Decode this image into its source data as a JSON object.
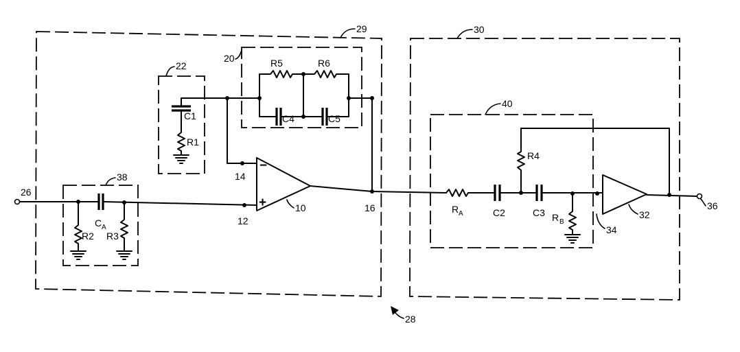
{
  "diagram": {
    "blocks": {
      "outer_left": "29",
      "outer_right": "30",
      "feedback_network": "20",
      "input_network": "22",
      "input_filter": "38",
      "output_filter": "40",
      "overall": "28"
    },
    "amplifiers": {
      "op_amp": "10",
      "buffer": "32",
      "minus_sign": "−",
      "plus_sign": "+"
    },
    "nodes": {
      "input_terminal": "26",
      "minus_input": "14",
      "plus_input": "12",
      "op_amp_output": "16",
      "buffer_input": "34",
      "output_terminal": "36"
    },
    "components": {
      "r1": "R1",
      "r2": "R2",
      "r3": "R3",
      "r4": "R4",
      "r5": "R5",
      "r6": "R6",
      "c1": "C1",
      "c2": "C2",
      "c3": "C3",
      "c4": "C4",
      "c5": "C5",
      "ca_main": "C",
      "ca_sub": "A",
      "ra_main": "R",
      "ra_sub": "A",
      "rb_main": "R",
      "rb_sub": "B"
    }
  }
}
